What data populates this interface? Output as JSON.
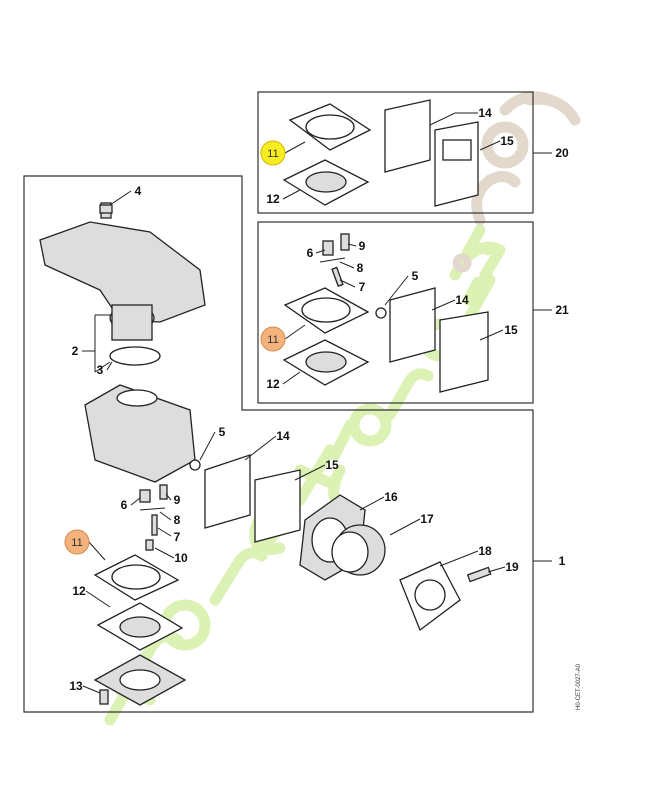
{
  "diagram": {
    "title": "Carburetor parts diagram",
    "doc_code": "H0-CET-0027-A0",
    "watermark": "foretjardin.com",
    "colors": {
      "highlight_yellow": "#f7ee1f",
      "highlight_orange": "#f4b27c",
      "watermark_green": "#d6f0a8",
      "watermark_beige": "#ddd3c4"
    },
    "groups": {
      "top_kit": {
        "number": "20",
        "labels": [
          "11",
          "12",
          "14",
          "15"
        ]
      },
      "middle_kit": {
        "number": "21",
        "labels": [
          "6",
          "9",
          "8",
          "7",
          "5",
          "14",
          "11",
          "15",
          "12"
        ]
      },
      "main_assembly": {
        "number": "1",
        "labels": [
          "4",
          "2",
          "3",
          "5",
          "14",
          "15",
          "6",
          "9",
          "8",
          "7",
          "16",
          "17",
          "11",
          "10",
          "18",
          "19",
          "12",
          "13"
        ]
      }
    }
  }
}
